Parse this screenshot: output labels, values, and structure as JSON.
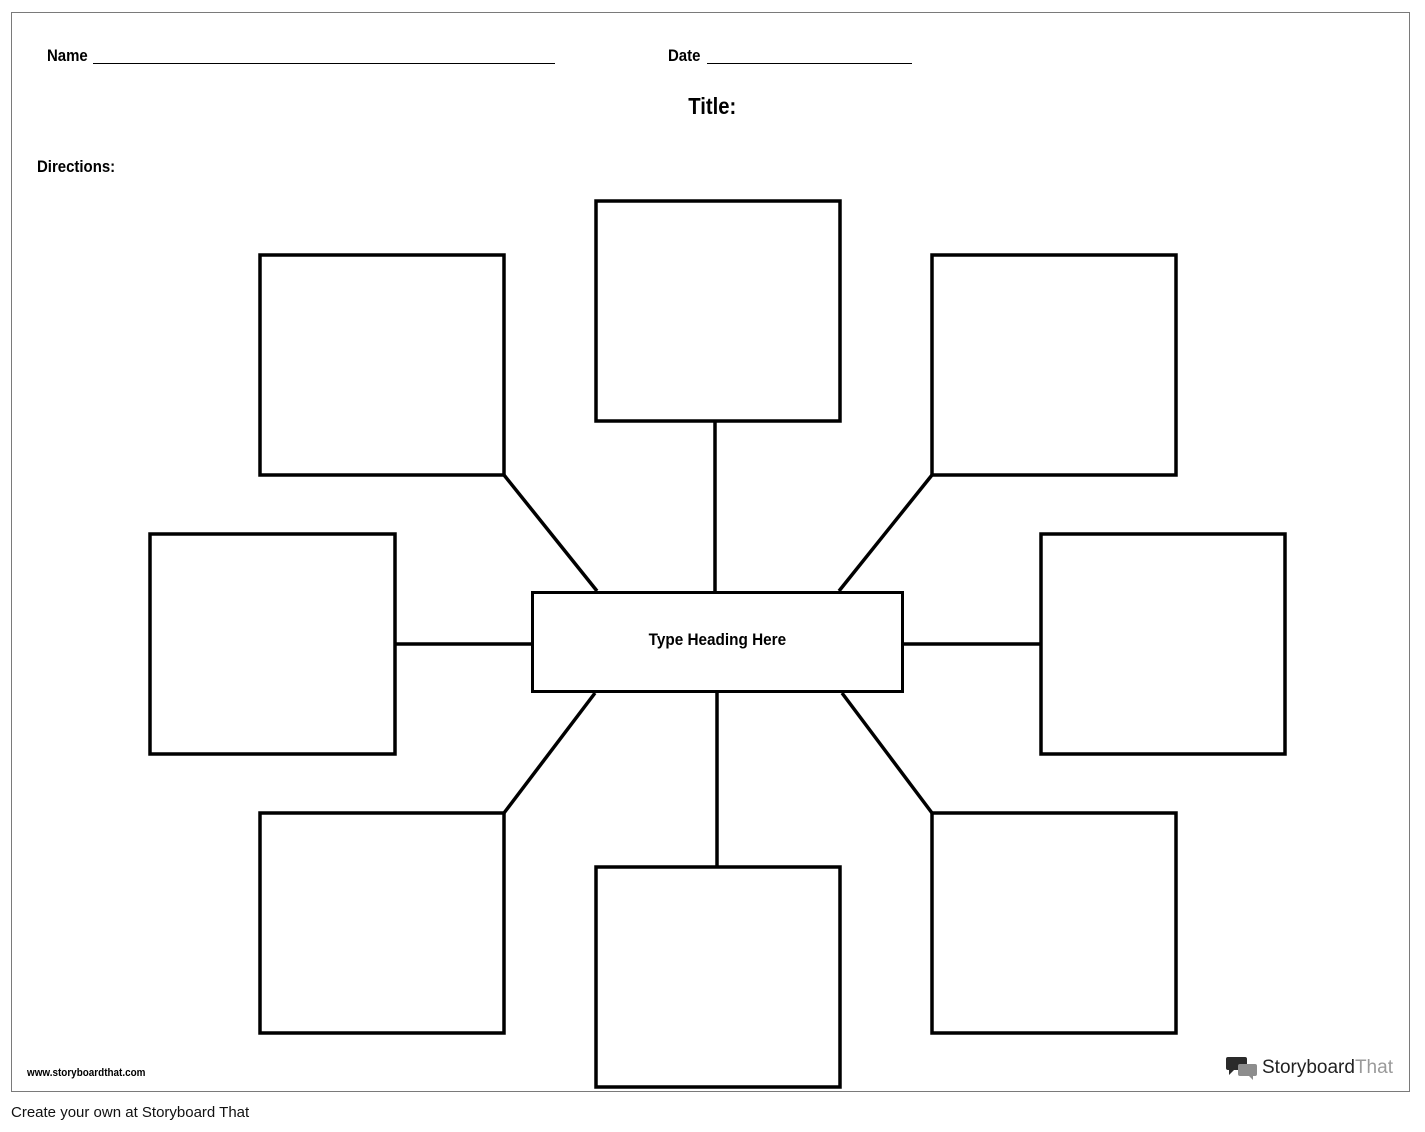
{
  "worksheet": {
    "name_label": "Name",
    "date_label": "Date",
    "title_label": "Title:",
    "directions_label": "Directions:",
    "center_heading": "Type Heading Here"
  },
  "footer": {
    "site_url": "www.storyboardthat.com",
    "brand_name_part1": "Storyboard",
    "brand_name_part2": "That",
    "create_link": "Create your own at Storyboard That"
  },
  "colors": {
    "ink": "#000000",
    "sheet_border": "#7a7a7a",
    "brand_gray": "#9a9a9a"
  },
  "icons": [
    "storyboard-that-logo-icon"
  ]
}
